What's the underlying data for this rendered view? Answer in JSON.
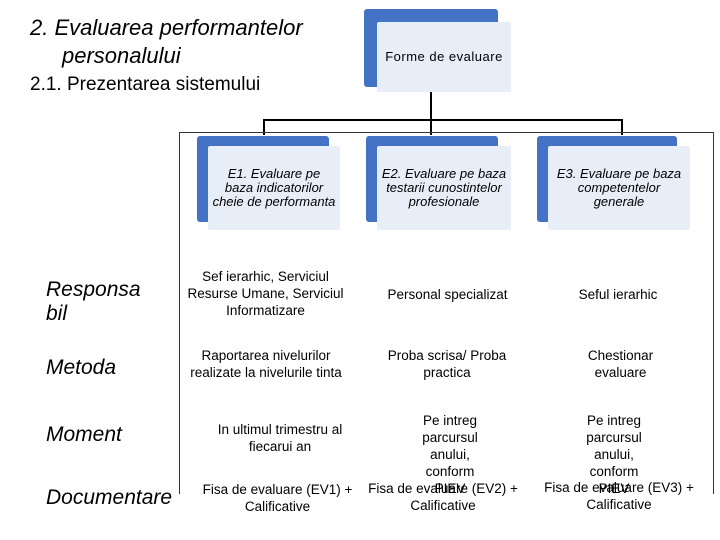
{
  "title": {
    "line1": "2.   Evaluarea performantelor",
    "line2": "personalului",
    "subtitle": "2.1. Prezentarea sistemului"
  },
  "root": {
    "label": "Forme de evaluare"
  },
  "columns": [
    {
      "label": "E1. Evaluare pe baza indicatorilor cheie de performanta"
    },
    {
      "label": "E2. Evaluare pe baza testarii cunostintelor profesionale"
    },
    {
      "label": "E3. Evaluare pe baza competentelor generale"
    }
  ],
  "rows": {
    "responsabil": {
      "label": "Responsa bil",
      "cells": [
        "Sef ierarhic, Serviciul Resurse Umane, Serviciul Informatizare",
        "Personal specializat",
        "Seful ierarhic"
      ]
    },
    "metoda": {
      "label": "Metoda",
      "cells": [
        "Raportarea nivelurilor realizate la nivelurile tinta",
        "Proba scrisa/ Proba practica",
        "Chestionar evaluare"
      ]
    },
    "moment": {
      "label": "Moment",
      "cells": [
        "In ultimul trimestru al fiecarui an",
        "Pe intreg parcursul anului, conform PIEV",
        "Pe intreg parcursul anului, conform PIEV"
      ]
    },
    "documentare": {
      "label": "Documentare",
      "cells": [
        "Fisa de evaluare (EV1) + Calificative",
        "Fisa de evaluare (EV2) + Calificative",
        "Fisa de evaluare (EV3) + Calificative"
      ]
    }
  }
}
